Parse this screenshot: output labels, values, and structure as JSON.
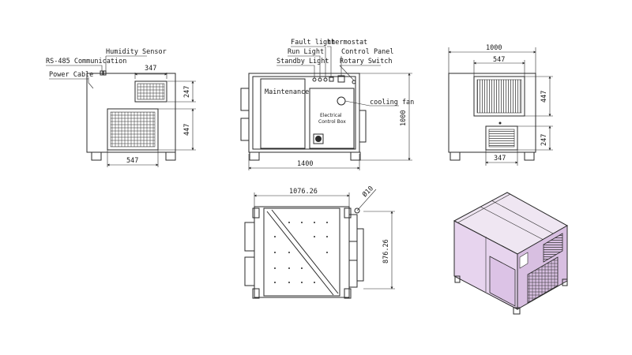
{
  "views": {
    "left_side": {
      "labels": {
        "humidity_sensor": "Humidity Sensor",
        "rs485": "RS-485 Communication",
        "power_cable": "Power Cable"
      },
      "dims": {
        "top_width": "347",
        "top_height": "247",
        "bottom_height": "447",
        "bottom_width": "547"
      }
    },
    "front": {
      "labels": {
        "fault_light": "Fault light",
        "thermostat": "thermostat",
        "run_light": "Run  Light",
        "control_panel": "Control Panel",
        "standby_light": "Standby Light",
        "rotary_switch": "Rotary Switch",
        "maintenance": "Maintenance",
        "electrical": "Electrical",
        "control_box": "Control Box",
        "cooling_fan": "cooling fan"
      },
      "dims": {
        "width": "1400",
        "height": "1000"
      }
    },
    "right_side": {
      "dims": {
        "total_width": "1000",
        "top_width": "547",
        "top_height": "447",
        "bottom_height": "247",
        "bottom_width": "347"
      }
    },
    "top": {
      "dims": {
        "width": "1076.26",
        "hole": "Ø10",
        "height": "876.26"
      }
    }
  },
  "colors": {
    "line": "#2a2a2a",
    "panel_tint": "#e7d4ee",
    "panel_dark": "#c9b2d2"
  }
}
